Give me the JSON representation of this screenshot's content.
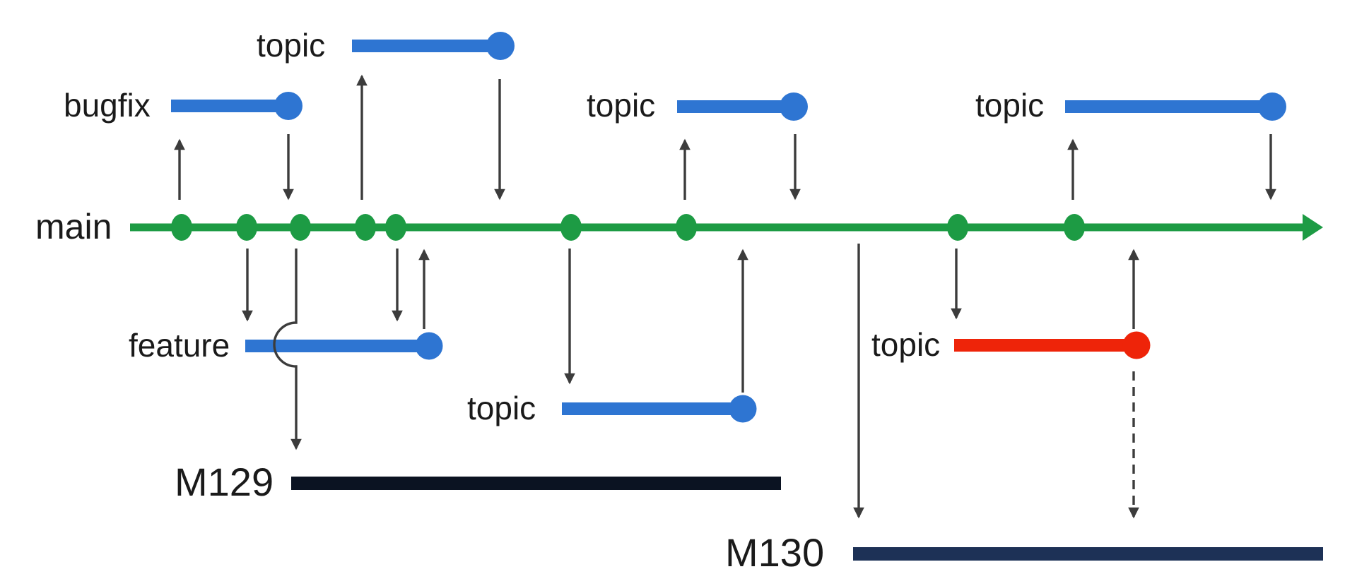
{
  "labels": {
    "main": "main",
    "bugfix": "bugfix",
    "topic_top": "topic",
    "topic_mid": "topic",
    "topic_right": "topic",
    "feature": "feature",
    "topic_bottom": "topic",
    "topic_red": "topic",
    "m129": "M129",
    "m130": "M130"
  },
  "colors": {
    "main-green": "#1d9b44",
    "branch-blue": "#2e75d2",
    "cancelled-red": "#ee2409",
    "arrow-gray": "#3c3c3c",
    "text-black": "#1a1a1a",
    "m129-bar": "#0b1322",
    "m130-bar": "#1d3156",
    "background": "#ffffff"
  }
}
